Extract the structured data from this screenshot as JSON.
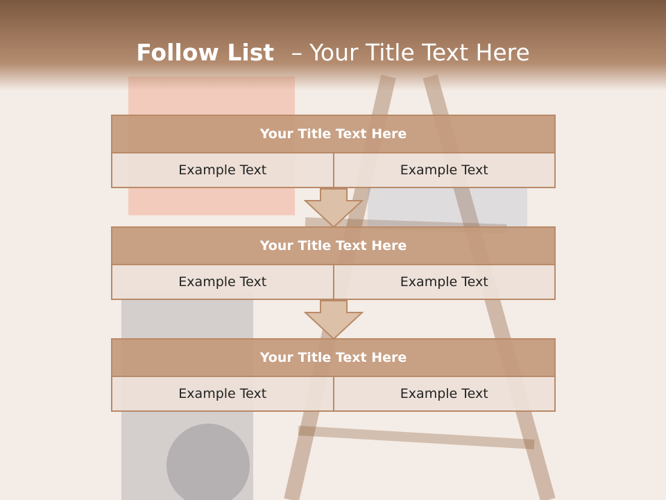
{
  "slide": {
    "title_bold": "Follow List",
    "title_separator": "–",
    "title_rest": "Your Title Text Here"
  },
  "blocks": [
    {
      "title": "Your Title Text Here",
      "left": "Example Text",
      "right": "Example Text"
    },
    {
      "title": "Your Title Text Here",
      "left": "Example Text",
      "right": "Example Text"
    },
    {
      "title": "Your Title Text Here",
      "left": "Example Text",
      "right": "Example Text"
    }
  ],
  "colors": {
    "header_top": "#7a5840",
    "block_header": "#c49a7c",
    "block_cell": "#ece0d8",
    "border": "#b98a68",
    "arrow_fill": "#dcc0a8"
  }
}
